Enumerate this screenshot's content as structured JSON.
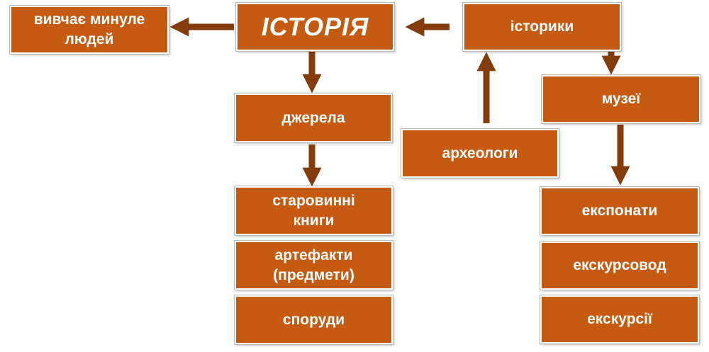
{
  "colors": {
    "box_fill": "#c55a11",
    "box_text": "#ffffff",
    "arrow": "#843c0c"
  },
  "nodes": {
    "history": "ІСТОРІЯ",
    "studies": "вивчає минуле\nлюдей",
    "historians": "історики",
    "sources": "джерела",
    "museums": "музеї",
    "archaeologists": "археологи",
    "old_books": "старовинні\nкниги",
    "artifacts": "артефакти\n(предмети)",
    "buildings": "споруди",
    "exhibits": "експонати",
    "guide": "екскурсовод",
    "tours": "екскурсії"
  }
}
